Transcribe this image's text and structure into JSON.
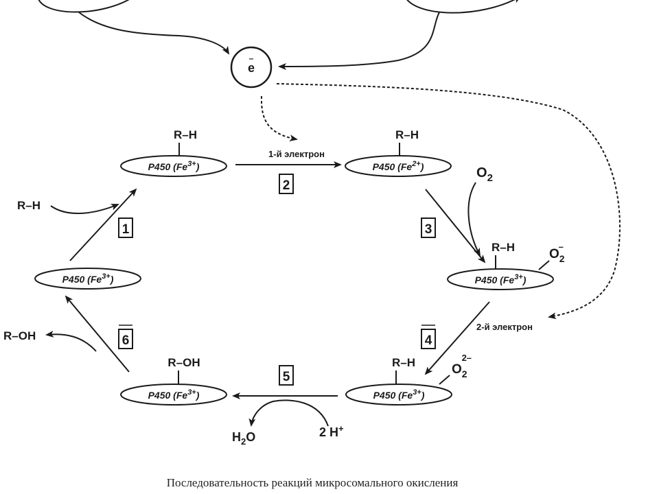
{
  "electron": {
    "symbol": "e",
    "bar": "–"
  },
  "complexes": [
    {
      "id": "c_top_left",
      "base": "P450 (Fe",
      "ox": "3+",
      "close": ")"
    },
    {
      "id": "c_top_right",
      "base": "P450 (Fe",
      "ox": "2+",
      "close": ")"
    },
    {
      "id": "c_right",
      "base": "P450 (Fe",
      "ox": "3+",
      "close": ")"
    },
    {
      "id": "c_left",
      "base": "P450 (Fe",
      "ox": "3+",
      "close": ")"
    },
    {
      "id": "c_bot_right",
      "base": "P450 (Fe",
      "ox": "3+",
      "close": ")"
    },
    {
      "id": "c_bot_left",
      "base": "P450 (Fe",
      "ox": "3+",
      "close": ")"
    }
  ],
  "substrates": {
    "top_left": "R–H",
    "top_right": "R–H",
    "right": "R–H",
    "bot_right": "R–H",
    "bot_left": "R–OH"
  },
  "oxygen": {
    "o2_free": {
      "base": "O",
      "sub": "2"
    },
    "o2_bound": {
      "base": "O",
      "sub": "2",
      "sup": "–"
    },
    "o2_peroxo": {
      "base": "O",
      "sub": "2",
      "sup": "2–"
    }
  },
  "inputs": {
    "rh_in": "R–H",
    "roh_out": "R–OH",
    "water": {
      "base": "H",
      "sub": "2",
      "tail": "O"
    },
    "protons": {
      "base": "2 H",
      "sup": "+"
    }
  },
  "electron_labels": {
    "first": "1-й электрон",
    "second": "2-й электрон"
  },
  "steps": [
    "1",
    "2",
    "3",
    "4",
    "5",
    "6"
  ],
  "caption": "Последовательность реакций микросомального окисления"
}
